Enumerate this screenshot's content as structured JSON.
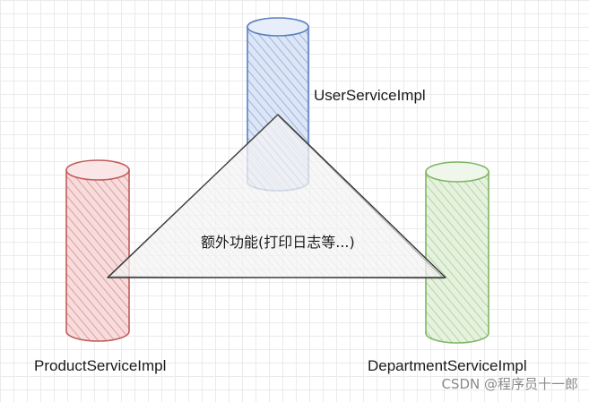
{
  "nodes": {
    "user": {
      "label": "UserServiceImpl",
      "color": "#5b7fbf",
      "fill": "#c9d6ef"
    },
    "product": {
      "label": "ProductServiceImpl",
      "color": "#c25a5a",
      "fill": "#efc4c4"
    },
    "department": {
      "label": "DepartmentServiceImpl",
      "color": "#7fb566",
      "fill": "#d5eac8"
    }
  },
  "center": {
    "label": "额外功能(打印日志等...)"
  },
  "watermark": "CSDN @程序员十一郎"
}
